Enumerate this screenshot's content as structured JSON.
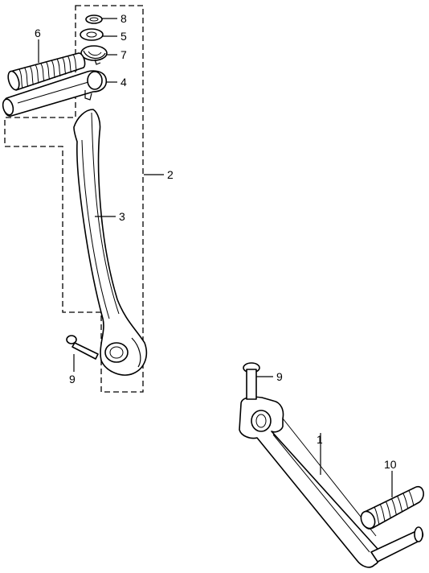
{
  "diagram": {
    "callouts": [
      {
        "id": "c8",
        "text": "8"
      },
      {
        "id": "c5",
        "text": "5"
      },
      {
        "id": "c7",
        "text": "7"
      },
      {
        "id": "c6",
        "text": "6"
      },
      {
        "id": "c4",
        "text": "4"
      },
      {
        "id": "c2",
        "text": "2"
      },
      {
        "id": "c3",
        "text": "3"
      },
      {
        "id": "c9a",
        "text": "9"
      },
      {
        "id": "c9b",
        "text": "9"
      },
      {
        "id": "c1",
        "text": "1"
      },
      {
        "id": "c10",
        "text": "10"
      }
    ]
  }
}
